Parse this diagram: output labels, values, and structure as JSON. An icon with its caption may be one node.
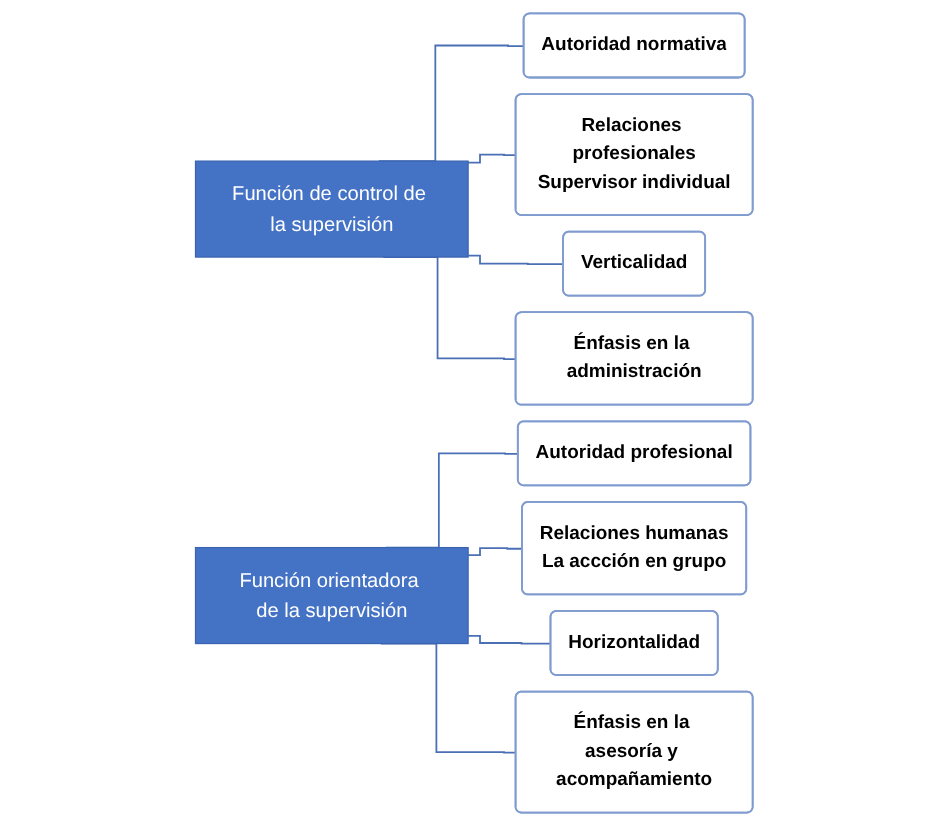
{
  "diagram": {
    "nodes": [
      {
        "text": [
          "Función de control de la supervisión"
        ]
      },
      {
        "text": [
          "Autoridad normativa"
        ]
      },
      {
        "text": [
          "Relaciones profesionales",
          "Supervisor individual"
        ]
      },
      {
        "text": [
          "Verticalidad"
        ]
      },
      {
        "text": [
          "Énfasis en la administración"
        ]
      },
      {
        "text": [
          "Función orientadora de la supervisión"
        ]
      },
      {
        "text": [
          "Autoridad profesional"
        ]
      },
      {
        "text": [
          "Relaciones humanas",
          "La accción en grupo"
        ]
      },
      {
        "text": [
          "Horizontalidad"
        ]
      },
      {
        "text": [
          "Énfasis en la asesoría y acompañamiento"
        ]
      }
    ],
    "edges": [
      {
        "from": 0,
        "to": 1,
        "arrow": "none"
      },
      {
        "from": 0,
        "to": 2,
        "arrow": "none"
      },
      {
        "from": 0,
        "to": 3,
        "arrow": "none"
      },
      {
        "from": 0,
        "to": 4,
        "arrow": "none"
      },
      {
        "from": 5,
        "to": 6,
        "arrow": "none"
      },
      {
        "from": 5,
        "to": 7,
        "arrow": "none"
      },
      {
        "from": 5,
        "to": 8,
        "arrow": "none"
      },
      {
        "from": 5,
        "to": 9,
        "arrow": "none"
      }
    ]
  }
}
